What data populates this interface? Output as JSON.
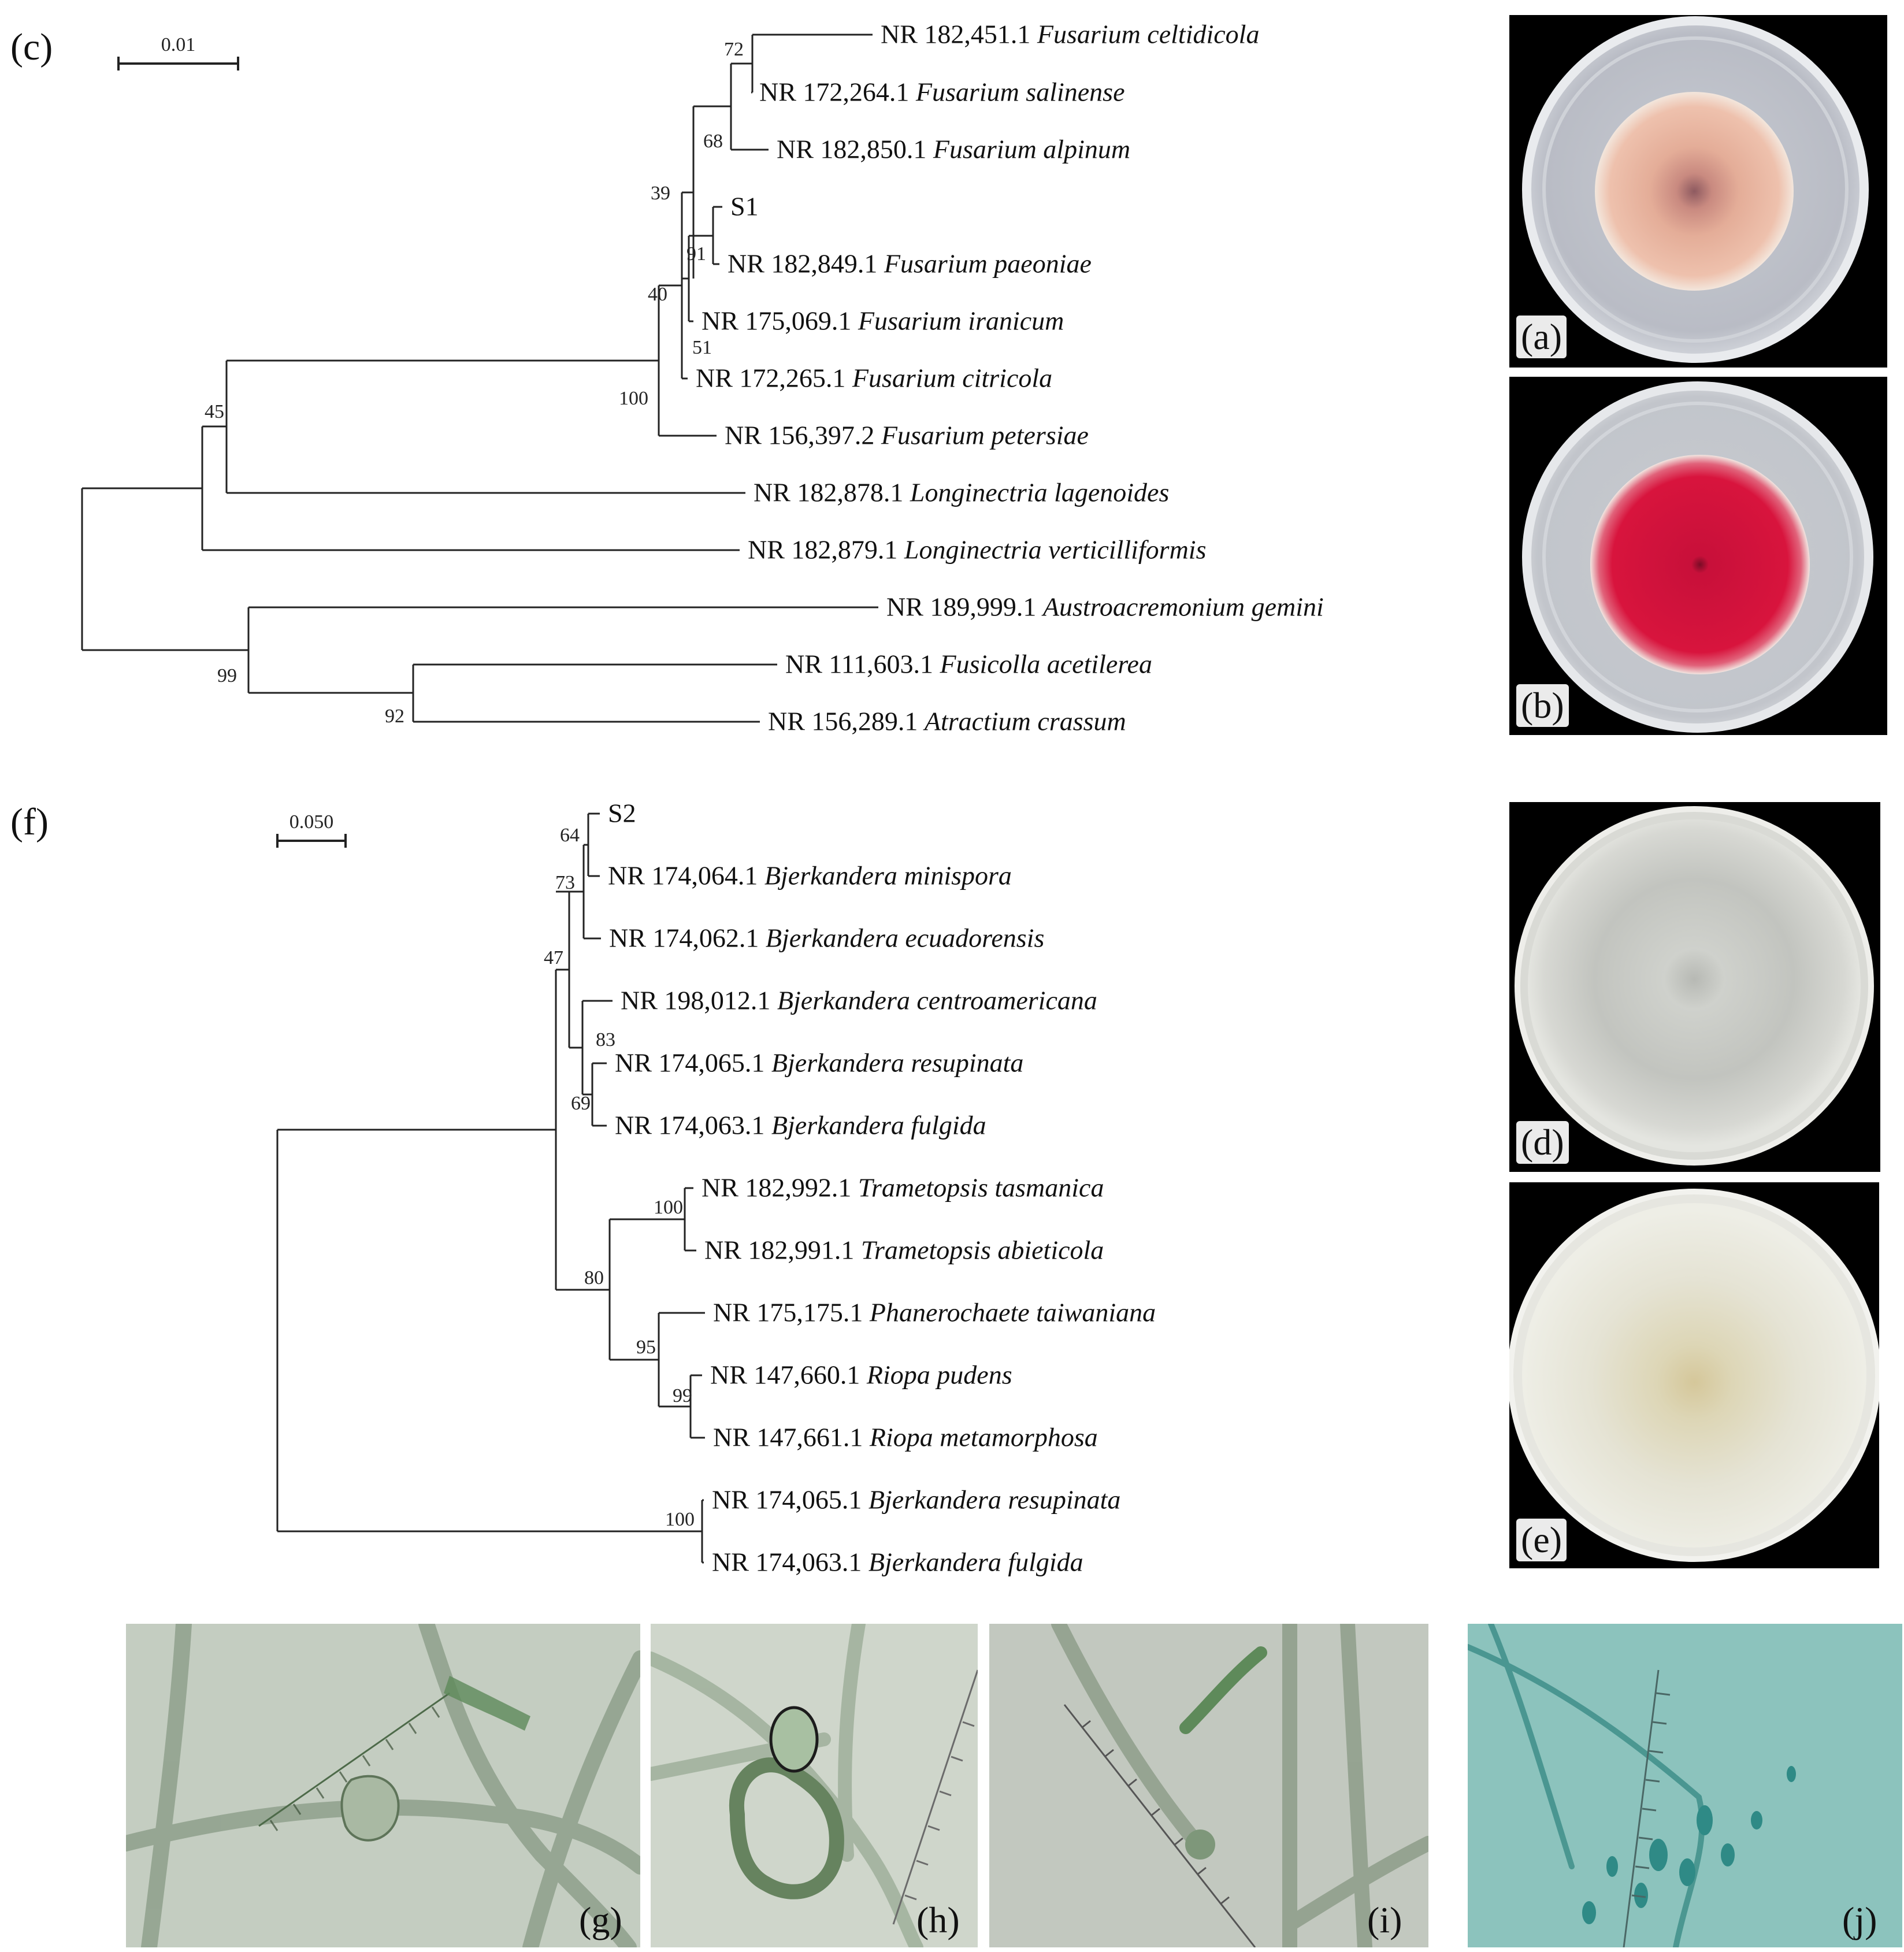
{
  "figure": {
    "labels": {
      "a": "(a)",
      "b": "(b)",
      "c": "(c)",
      "d": "(d)",
      "e": "(e)",
      "f": "(f)",
      "g": "(g)",
      "h": "(h)",
      "i": "(i)",
      "j": "(j)"
    },
    "colors": {
      "plate_a_colony": "#e7b39c",
      "plate_b_colony": "#d8143d",
      "plate_background": "#000000",
      "micro_green_light": "#c4d0c2",
      "micro_blue_green": "#8ec5c0"
    }
  },
  "tree_c": {
    "scale_label": "0.01",
    "nodes": [
      {
        "id": "n72",
        "support": "72"
      },
      {
        "id": "n68",
        "support": "68"
      },
      {
        "id": "n91",
        "support": "91"
      },
      {
        "id": "n51",
        "support": "51"
      },
      {
        "id": "n39",
        "support": "39"
      },
      {
        "id": "n40",
        "support": "40"
      },
      {
        "id": "n100",
        "support": "100"
      },
      {
        "id": "n45",
        "support": "45"
      },
      {
        "id": "n92",
        "support": "92"
      },
      {
        "id": "n99",
        "support": "99"
      },
      {
        "id": "nL",
        "support": ""
      },
      {
        "id": "root",
        "support": ""
      }
    ],
    "leaves": [
      {
        "acc": "NR 182,451.1",
        "species": "Fusarium celtidicola"
      },
      {
        "acc": "NR 172,264.1",
        "species": "Fusarium salinense"
      },
      {
        "acc": "NR 182,850.1",
        "species": "Fusarium alpinum"
      },
      {
        "acc": "",
        "species": "S1"
      },
      {
        "acc": "NR 182,849.1",
        "species": "Fusarium paeoniae"
      },
      {
        "acc": "NR 175,069.1",
        "species": "Fusarium iranicum"
      },
      {
        "acc": "NR 172,265.1",
        "species": "Fusarium citricola"
      },
      {
        "acc": "NR 156,397.2",
        "species": "Fusarium petersiae"
      },
      {
        "acc": "NR 182,878.1",
        "species": "Longinectria lagenoides"
      },
      {
        "acc": "NR 182,879.1",
        "species": "Longinectria verticilliformis"
      },
      {
        "acc": "NR 189,999.1",
        "species": "Austroacremonium gemini"
      },
      {
        "acc": "NR 111,603.1",
        "species": "Fusicolla acetilerea"
      },
      {
        "acc": "NR 156,289.1",
        "species": "Atractium crassum"
      }
    ]
  },
  "tree_f": {
    "scale_label": "0.050",
    "nodes": [
      {
        "id": "m64",
        "support": "64"
      },
      {
        "id": "m73",
        "support": "73"
      },
      {
        "id": "m69",
        "support": "69"
      },
      {
        "id": "m83",
        "support": "83"
      },
      {
        "id": "m47",
        "support": "47"
      },
      {
        "id": "m100a",
        "support": "100"
      },
      {
        "id": "m99",
        "support": "99"
      },
      {
        "id": "m95",
        "support": "95"
      },
      {
        "id": "m80",
        "support": "80"
      },
      {
        "id": "mA",
        "support": ""
      },
      {
        "id": "m100b",
        "support": "100"
      },
      {
        "id": "mroot",
        "support": ""
      }
    ],
    "leaves": [
      {
        "acc": "",
        "species": "S2"
      },
      {
        "acc": "NR 174,064.1",
        "species": "Bjerkandera minispora"
      },
      {
        "acc": "NR 174,062.1",
        "species": "Bjerkandera ecuadorensis"
      },
      {
        "acc": "NR 198,012.1",
        "species": "Bjerkandera centroamericana"
      },
      {
        "acc": "NR 174,065.1",
        "species": "Bjerkandera resupinata"
      },
      {
        "acc": "NR 174,063.1",
        "species": "Bjerkandera fulgida"
      },
      {
        "acc": "NR 182,992.1",
        "species": "Trametopsis tasmanica"
      },
      {
        "acc": "NR 182,991.1",
        "species": "Trametopsis abieticola"
      },
      {
        "acc": "NR 175,175.1",
        "species": "Phanerochaete taiwaniana"
      },
      {
        "acc": "NR 147,660.1",
        "species": "Riopa pudens"
      },
      {
        "acc": "NR 147,661.1",
        "species": "Riopa metamorphosa"
      },
      {
        "acc": "NR 174,065.1",
        "species": "Bjerkandera resupinata"
      },
      {
        "acc": "NR 174,063.1",
        "species": "Bjerkandera fulgida"
      }
    ]
  }
}
